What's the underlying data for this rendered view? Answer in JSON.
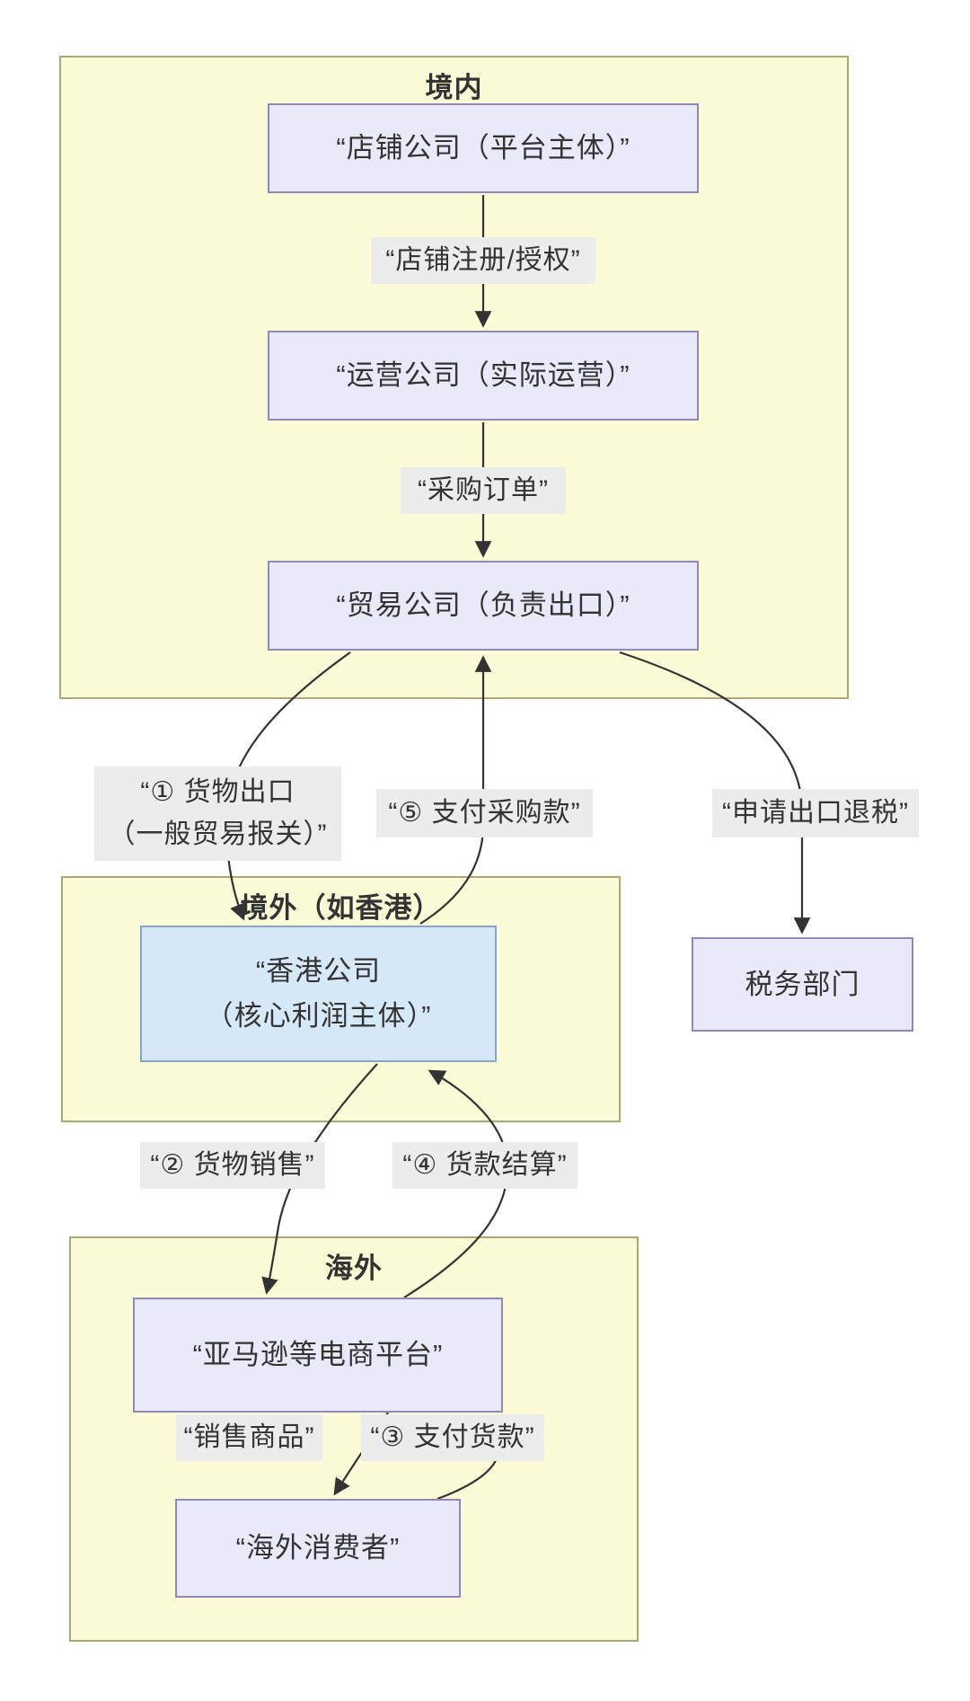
{
  "diagram": {
    "containers": {
      "domestic": {
        "title": "境内"
      },
      "offshore": {
        "title": "境外（如香港）"
      },
      "overseas": {
        "title": "海外"
      }
    },
    "nodes": {
      "shop_company": {
        "label": "“店铺公司（平台主体）”"
      },
      "op_company": {
        "label": "“运营公司（实际运营）”"
      },
      "trade_company": {
        "label": "“贸易公司（负责出口）”"
      },
      "hk_company": {
        "line1": "“香港公司",
        "line2": "（核心利润主体）”"
      },
      "tax_bureau": {
        "label": "税务部门"
      },
      "ecommerce": {
        "label": "“亚马逊等电商平台”"
      },
      "consumer": {
        "label": "“海外消费者”"
      }
    },
    "edge_labels": {
      "register": "“店铺注册/授权”",
      "purchase_order": "“采购订单”",
      "export_line1": "“① 货物出口",
      "export_line2": "（一般贸易报关）”",
      "pay_procurement": "“⑤ 支付采购款”",
      "tax_refund": "“申请出口退税”",
      "goods_sale": "“② 货物销售”",
      "settlement": "“④ 货款结算”",
      "sell_goods": "“销售商品”",
      "pay_goods": "“③ 支付货款”"
    },
    "colors": {
      "container_fill": "#fbfbd8",
      "container_border": "#a8a878",
      "node_fill": "#e9e9f9",
      "node_border": "#8f88b8",
      "hk_fill": "#d6e9f8",
      "hk_border": "#88a6c6",
      "label_bg": "#ececec",
      "text": "#333333",
      "arrow": "#333333",
      "page_bg": "#ffffff"
    }
  }
}
